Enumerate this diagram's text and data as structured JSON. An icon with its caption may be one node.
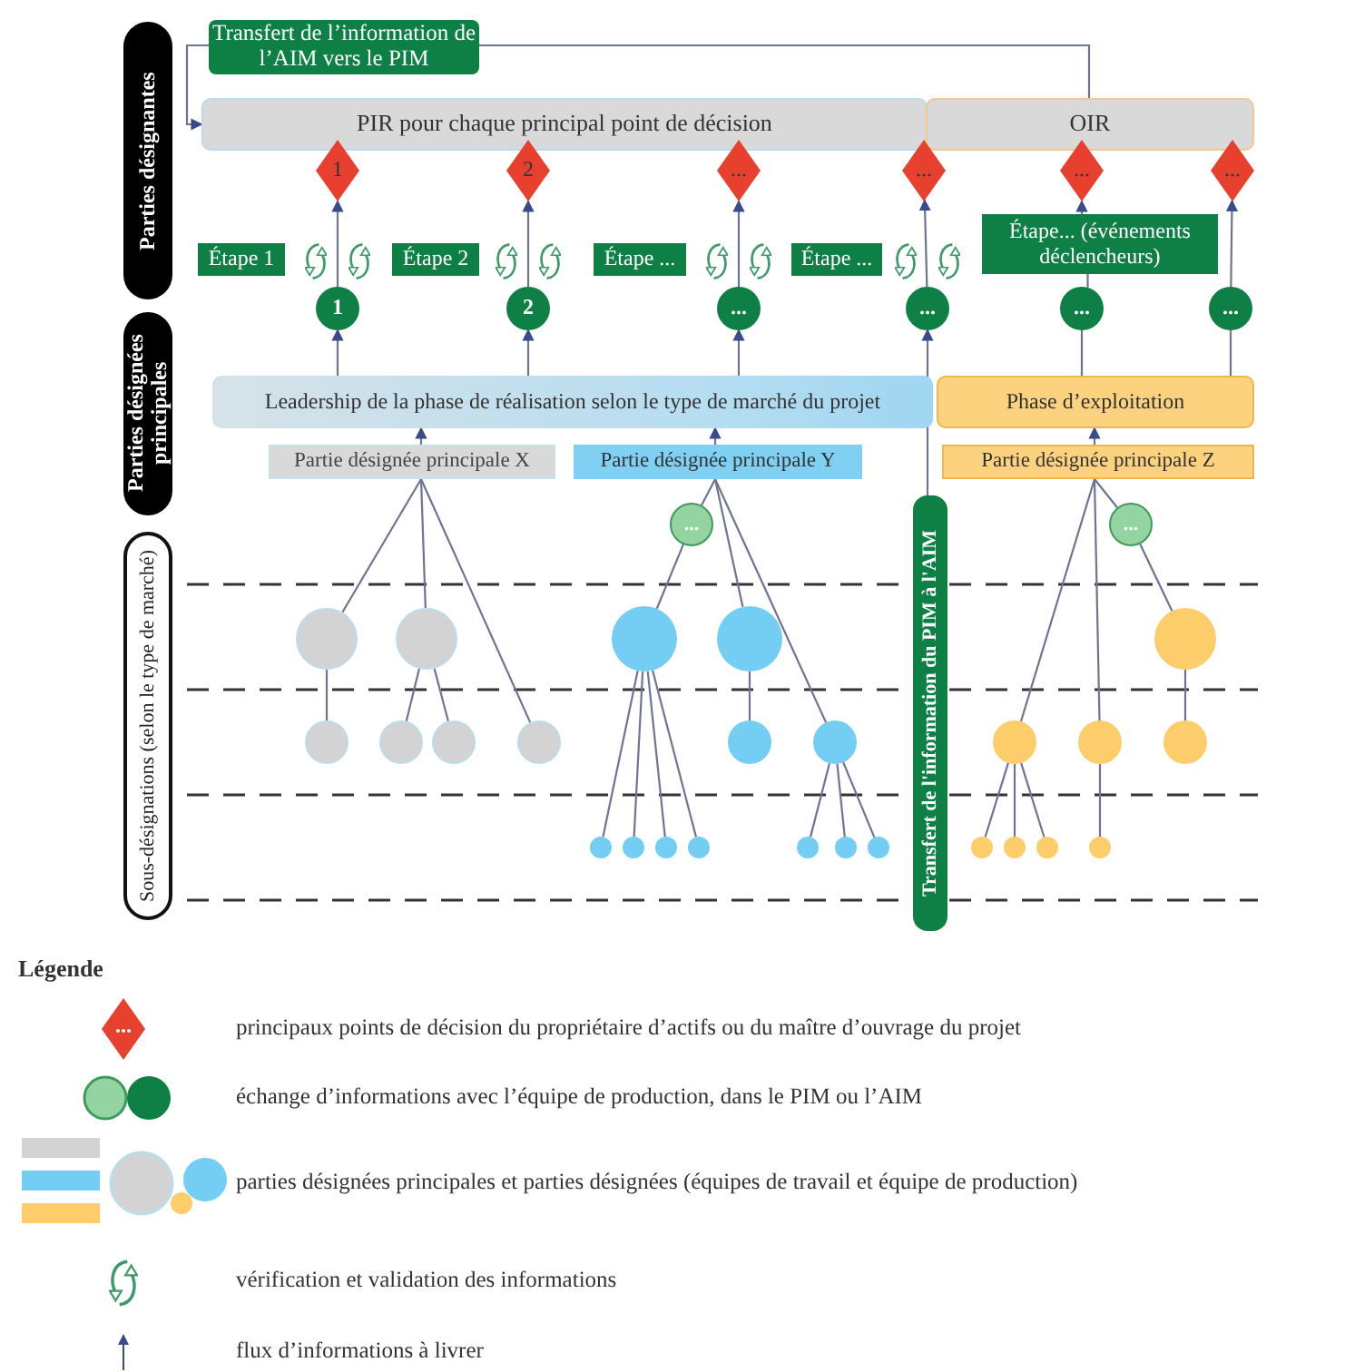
{
  "diagram": {
    "nodes": [
      {
        "text": [
          "Parties désignantes"
        ]
      },
      {
        "text": [
          "Parties désignées principales"
        ]
      },
      {
        "text": [
          "Sous-désignations (selon le type de marché)"
        ]
      },
      {
        "text": [
          "Transfert de l’information de l’AIM vers le PIM"
        ]
      },
      {
        "text": [
          "PIR pour chaque principal point de décision"
        ]
      },
      {
        "text": [
          "OIR"
        ]
      },
      {
        "text": [
          "1"
        ]
      },
      {
        "text": [
          "2"
        ]
      },
      {
        "text": [
          "..."
        ]
      },
      {
        "text": [
          "..."
        ]
      },
      {
        "text": [
          "..."
        ]
      },
      {
        "text": [
          "..."
        ]
      },
      {
        "text": [
          "Étape 1"
        ]
      },
      {
        "text": [
          "Étape 2"
        ]
      },
      {
        "text": [
          "Étape ..."
        ]
      },
      {
        "text": [
          "Étape ..."
        ]
      },
      {
        "text": [
          "Étape... (événements déclencheurs)"
        ]
      },
      {
        "text": [
          "1"
        ]
      },
      {
        "text": [
          "2"
        ]
      },
      {
        "text": [
          "..."
        ]
      },
      {
        "text": [
          "..."
        ]
      },
      {
        "text": [
          "..."
        ]
      },
      {
        "text": [
          "..."
        ]
      },
      {
        "text": [
          "Leadership de la phase de réalisation selon le type de marché du projet"
        ]
      },
      {
        "text": [
          "Phase d’exploitation"
        ]
      },
      {
        "text": [
          "Partie désignée principale X"
        ]
      },
      {
        "text": [
          "Partie désignée principale Y"
        ]
      },
      {
        "text": [
          "Partie désignée principale Z"
        ]
      },
      {
        "text": [
          "..."
        ]
      },
      {
        "text": [
          "..."
        ]
      },
      {
        "text": [
          "Transfert de l'information du PIM à l'AIM"
        ]
      },
      {
        "text": [],
        "shape": "circle"
      },
      {
        "text": [],
        "shape": "circle"
      },
      {
        "text": [],
        "shape": "circle"
      },
      {
        "text": [],
        "shape": "circle"
      },
      {
        "text": [],
        "shape": "circle"
      },
      {
        "text": [],
        "shape": "circle"
      },
      {
        "text": [],
        "shape": "circle"
      },
      {
        "text": [],
        "shape": "circle"
      },
      {
        "text": [],
        "shape": "circle"
      },
      {
        "text": [],
        "shape": "circle"
      },
      {
        "text": [],
        "shape": "circle"
      },
      {
        "text": [],
        "shape": "circle"
      },
      {
        "text": [],
        "shape": "circle"
      },
      {
        "text": [],
        "shape": "circle"
      },
      {
        "text": [],
        "shape": "circle"
      },
      {
        "text": [],
        "shape": "circle"
      },
      {
        "text": [],
        "shape": "circle"
      },
      {
        "text": [],
        "shape": "circle"
      },
      {
        "text": [],
        "shape": "circle"
      },
      {
        "text": [],
        "shape": "circle"
      },
      {
        "text": [],
        "shape": "circle"
      },
      {
        "text": [],
        "shape": "circle"
      },
      {
        "text": [],
        "shape": "circle"
      },
      {
        "text": [],
        "shape": "circle"
      },
      {
        "text": [],
        "shape": "circle"
      }
    ],
    "edges": [
      {
        "from": 5,
        "to": 3,
        "arrow": "none"
      },
      {
        "from": 3,
        "to": 4,
        "arrow": "to"
      },
      {
        "from": 17,
        "to": 6,
        "arrow": "to"
      },
      {
        "from": 18,
        "to": 7,
        "arrow": "to"
      },
      {
        "from": 19,
        "to": 8,
        "arrow": "to"
      },
      {
        "from": 20,
        "to": 9,
        "arrow": "to"
      },
      {
        "from": 21,
        "to": 16,
        "arrow": "none"
      },
      {
        "from": 16,
        "to": 10,
        "arrow": "to"
      },
      {
        "from": 22,
        "to": 11,
        "arrow": "to"
      },
      {
        "from": 23,
        "to": 17,
        "arrow": "to"
      },
      {
        "from": 23,
        "to": 18,
        "arrow": "to"
      },
      {
        "from": 23,
        "to": 19,
        "arrow": "to"
      },
      {
        "from": 30,
        "to": 20,
        "arrow": "to"
      },
      {
        "from": 24,
        "to": 21,
        "arrow": "none"
      },
      {
        "from": 24,
        "to": 22,
        "arrow": "none"
      },
      {
        "from": 25,
        "to": 23,
        "arrow": "to"
      },
      {
        "from": 26,
        "to": 23,
        "arrow": "to"
      },
      {
        "from": 27,
        "to": 24,
        "arrow": "to"
      },
      {
        "from": 25,
        "to": 31,
        "arrow": "none"
      },
      {
        "from": 25,
        "to": 32,
        "arrow": "none"
      },
      {
        "from": 25,
        "to": 39,
        "arrow": "none"
      },
      {
        "from": 31,
        "to": 36,
        "arrow": "none"
      },
      {
        "from": 32,
        "to": 37,
        "arrow": "none"
      },
      {
        "from": 32,
        "to": 38,
        "arrow": "none"
      },
      {
        "from": 26,
        "to": 28,
        "arrow": "none"
      },
      {
        "from": 28,
        "to": 33,
        "arrow": "none"
      },
      {
        "from": 26,
        "to": 34,
        "arrow": "none"
      },
      {
        "from": 26,
        "to": 41,
        "arrow": "none"
      },
      {
        "from": 33,
        "to": 45,
        "arrow": "none"
      },
      {
        "from": 33,
        "to": 46,
        "arrow": "none"
      },
      {
        "from": 33,
        "to": 47,
        "arrow": "none"
      },
      {
        "from": 33,
        "to": 48,
        "arrow": "none"
      },
      {
        "from": 34,
        "to": 40,
        "arrow": "none"
      },
      {
        "from": 41,
        "to": 49,
        "arrow": "none"
      },
      {
        "from": 41,
        "to": 50,
        "arrow": "none"
      },
      {
        "from": 41,
        "to": 51,
        "arrow": "none"
      },
      {
        "from": 27,
        "to": 42,
        "arrow": "none"
      },
      {
        "from": 27,
        "to": 43,
        "arrow": "none"
      },
      {
        "from": 27,
        "to": 29,
        "arrow": "none"
      },
      {
        "from": 29,
        "to": 35,
        "arrow": "none"
      },
      {
        "from": 35,
        "to": 44,
        "arrow": "none"
      },
      {
        "from": 42,
        "to": 52,
        "arrow": "none"
      },
      {
        "from": 42,
        "to": 53,
        "arrow": "none"
      },
      {
        "from": 42,
        "to": 54,
        "arrow": "none"
      },
      {
        "from": 43,
        "to": 55,
        "arrow": "none"
      }
    ],
    "labels": [
      "Légende"
    ],
    "legend": [
      {
        "text": "principaux points de décision du propriétaire d’actifs ou du maître d’ouvrage du projet"
      },
      {
        "text": "échange d’informations avec l’équipe de production, dans le PIM ou l’AIM"
      },
      {
        "text": "parties désignées principales et parties désignées (équipes de travail et équipe de production)"
      },
      {
        "text": "vérification et validation des informations"
      },
      {
        "text": "flux d’informations à livrer"
      }
    ]
  }
}
